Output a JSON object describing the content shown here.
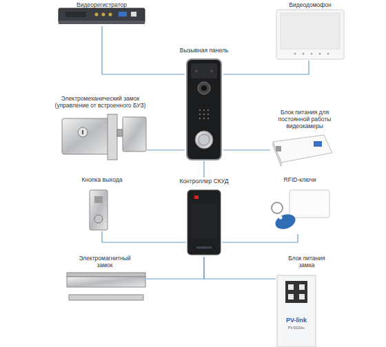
{
  "diagram": {
    "nodes": [
      {
        "text": [
          "Видеорегистратор"
        ]
      },
      {
        "text": [
          "Видеодомофон"
        ]
      },
      {
        "text": [
          "Вызывная панель"
        ]
      },
      {
        "text": [
          "Электромеханический замок (управление от встроенного БУЗ)"
        ]
      },
      {
        "text": [
          "Блок питания для постоянной работы видеокамеры"
        ]
      },
      {
        "text": [
          "Кнопка выхода"
        ]
      },
      {
        "text": [
          "Контроллер СКУД"
        ]
      },
      {
        "text": [
          "RFID-ключи"
        ]
      },
      {
        "text": [
          "Электромагнитный замок"
        ]
      },
      {
        "text": [
          "Блок питания замка"
        ]
      }
    ],
    "edges": [
      {
        "from": 0,
        "to": 2,
        "arrow": "none"
      },
      {
        "from": 2,
        "to": 1,
        "arrow": "none"
      },
      {
        "from": 3,
        "to": 2,
        "arrow": "none"
      },
      {
        "from": 2,
        "to": 4,
        "arrow": "none"
      },
      {
        "from": 2,
        "to": 6,
        "arrow": "none"
      },
      {
        "from": 5,
        "to": 6,
        "arrow": "none"
      },
      {
        "from": 6,
        "to": 7,
        "arrow": "none"
      },
      {
        "from": 8,
        "to": 6,
        "arrow": "none"
      },
      {
        "from": 6,
        "to": 9,
        "arrow": "none"
      }
    ],
    "labels": [
      "novicom",
      "PV-link",
      "PV-DC5A+"
    ]
  }
}
